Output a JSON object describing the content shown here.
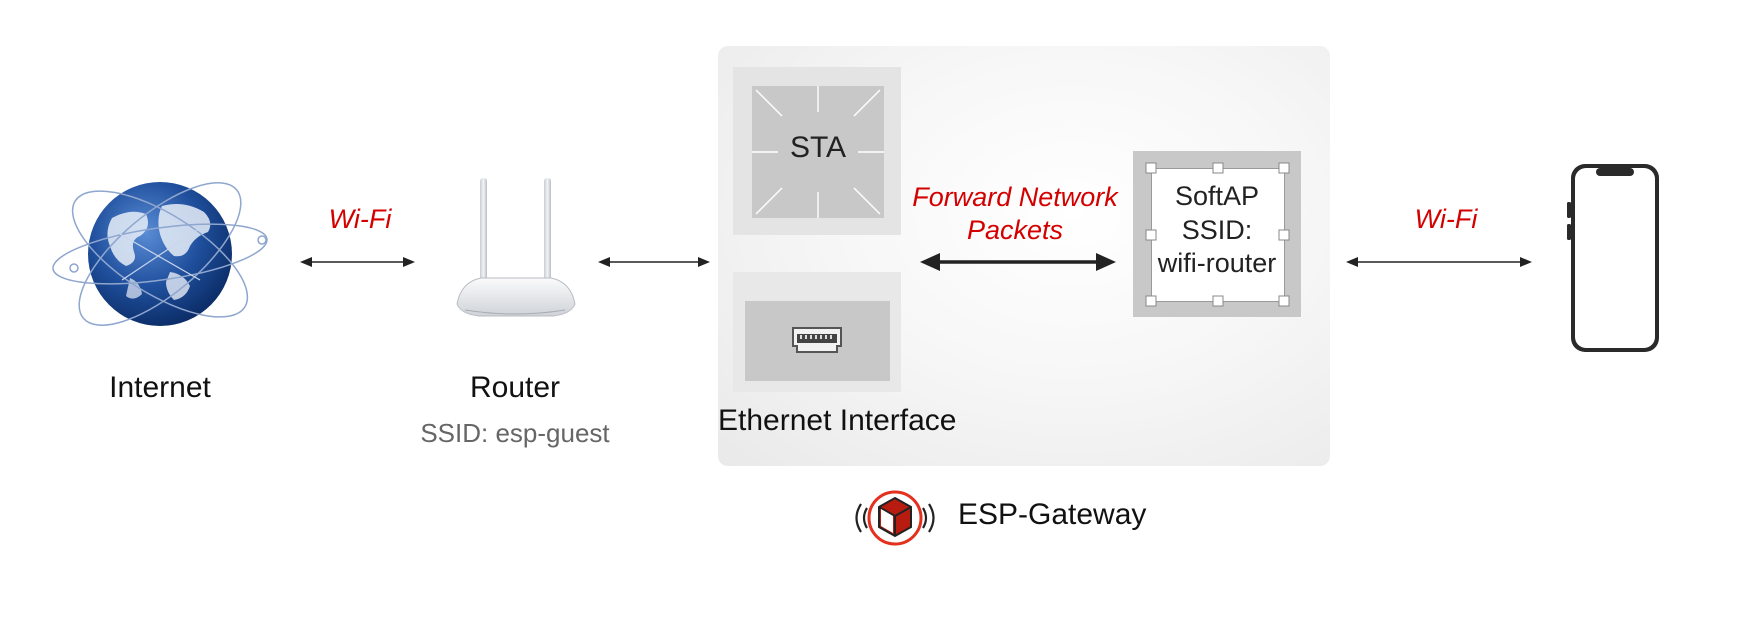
{
  "nodes": {
    "internet": {
      "label": "Internet"
    },
    "router": {
      "label": "Router",
      "ssid": "SSID: esp-guest"
    },
    "sta": {
      "label": "STA"
    },
    "ethernet": {
      "label": "Ethernet Interface"
    },
    "softap": {
      "line1": "SoftAP",
      "line2": "SSID:",
      "line3": "wifi-router"
    },
    "gateway": {
      "label": "ESP-Gateway"
    }
  },
  "links": {
    "internet_router": "Wi-Fi",
    "gateway_forward_line1": "Forward Network",
    "gateway_forward_line2": "Packets",
    "softap_phone": "Wi-Fi"
  },
  "colors": {
    "accent": "#d40000",
    "panel": "#eeeeee",
    "arrow": "#222222"
  }
}
